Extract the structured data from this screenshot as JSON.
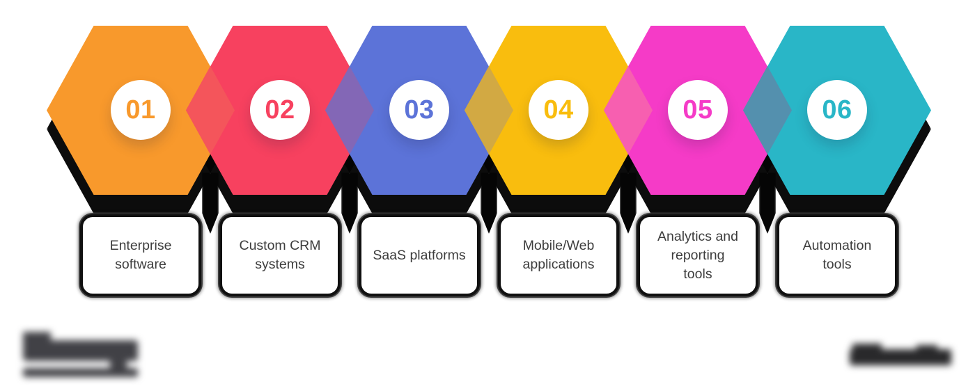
{
  "steps": [
    {
      "number": "01",
      "color": "#F8992C",
      "label": "Enterprise\nsoftware"
    },
    {
      "number": "02",
      "color": "#F7415F",
      "label": "Custom CRM\nsystems"
    },
    {
      "number": "03",
      "color": "#5C73D8",
      "label": "SaaS platforms"
    },
    {
      "number": "04",
      "color": "#F9BD0E",
      "label": "Mobile/Web\napplications"
    },
    {
      "number": "05",
      "color": "#F53BC7",
      "label": "Analytics and\nreporting\ntools"
    },
    {
      "number": "06",
      "color": "#29B6C7",
      "label": "Automation\ntools"
    }
  ],
  "junctions": [
    {
      "color": "#F4555B"
    },
    {
      "color": "#8367B6"
    },
    {
      "color": "#D2A943"
    },
    {
      "color": "#F75FB0"
    },
    {
      "color": "#5490AE"
    }
  ],
  "decor": {
    "shadow_color": "#050505",
    "left_logo_color": "#414146",
    "right_logo_color": "#29292B"
  }
}
